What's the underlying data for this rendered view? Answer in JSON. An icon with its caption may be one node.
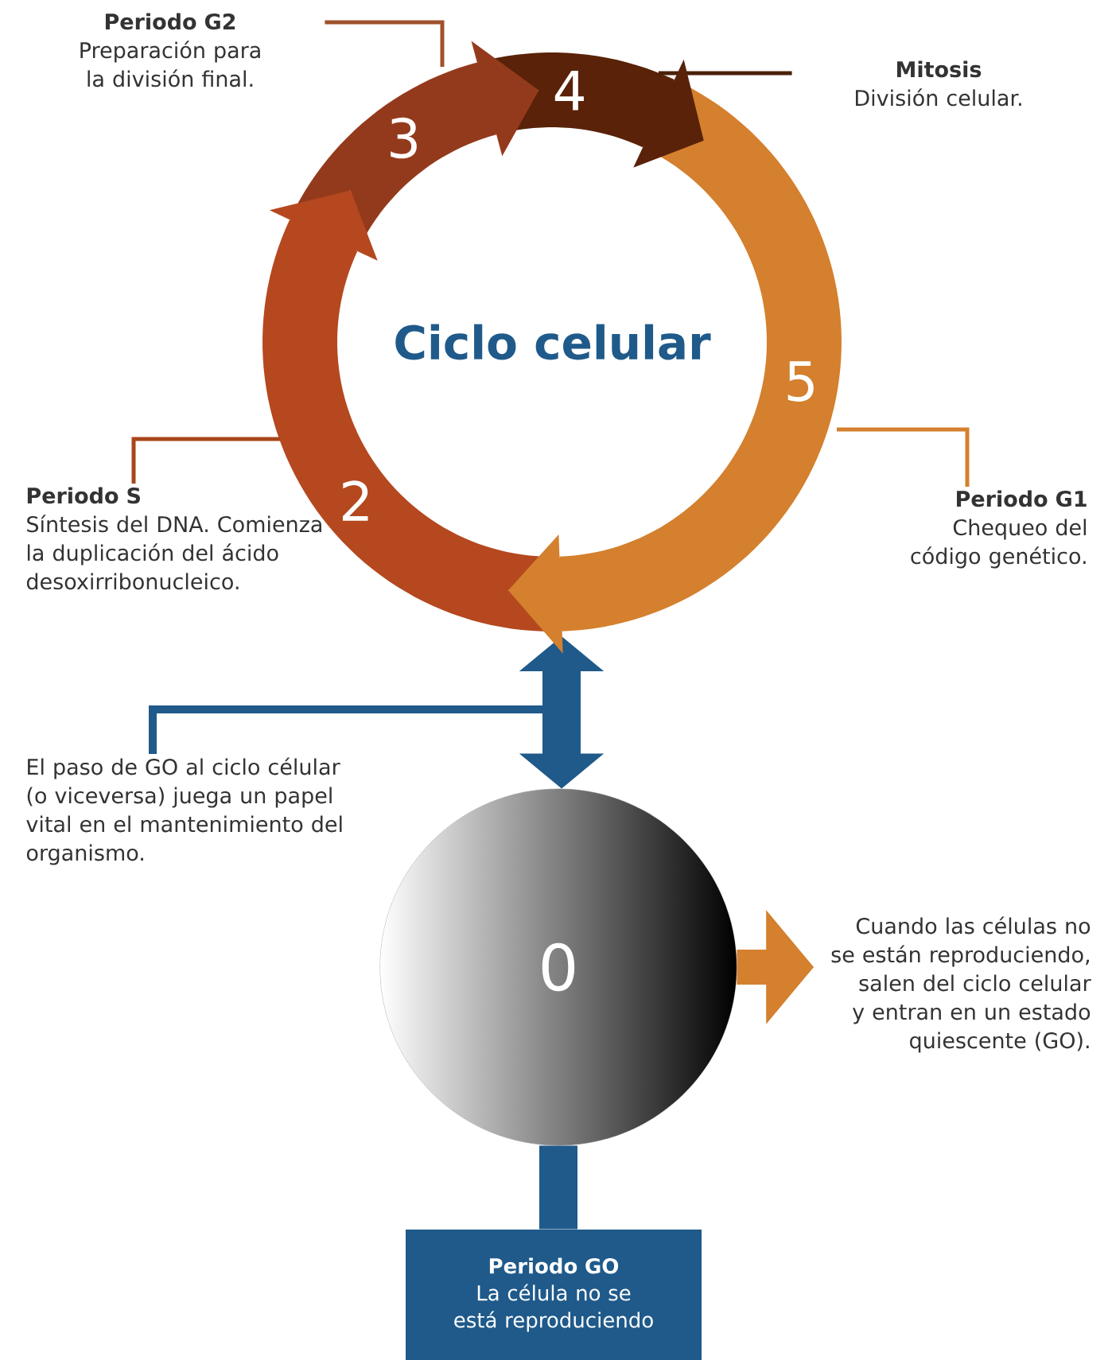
{
  "diagram": {
    "nodes": [
      {
        "text": [
          "Periodo G2",
          "Preparación para la división final."
        ]
      },
      {
        "text": [
          "Mitosis",
          "División celular."
        ]
      },
      {
        "text": [
          "Periodo S",
          "Síntesis del DNA. Comienza la duplicación del ácido desoxirribonucleico."
        ]
      },
      {
        "text": [
          "Periodo G1",
          "Chequeo del código genético."
        ]
      },
      {
        "text": [
          "2"
        ]
      },
      {
        "text": [
          "3"
        ]
      },
      {
        "text": [
          "4"
        ]
      },
      {
        "text": [
          "5"
        ]
      },
      {
        "text": [
          "El paso de GO al ciclo célular (o viceversa) juega un papel vital en el mantenimiento del organismo."
        ]
      },
      {
        "text": [
          "0"
        ]
      },
      {
        "text": [
          "Cuando las células no se están reproduciendo, salen del ciclo celular y entran en un estado quiescente (GO)."
        ]
      },
      {
        "text": [
          "Periodo GO",
          "La célula no se está reproduciendo"
        ]
      }
    ],
    "edges": [
      {
        "from": 0,
        "to": 5,
        "arrow": "none",
        "color": "#a0522d"
      },
      {
        "from": 1,
        "to": 6,
        "arrow": "none",
        "color": "#4a2008"
      },
      {
        "from": 2,
        "to": 4,
        "arrow": "none",
        "color": "#a8461c"
      },
      {
        "from": 3,
        "to": 7,
        "arrow": "none",
        "color": "#d4802e"
      },
      {
        "from": 4,
        "to": 9,
        "arrow": "both",
        "style": "thick",
        "color": "#1f5a8a"
      },
      {
        "from": 8,
        "to": null,
        "arrow": "none",
        "style": "thick",
        "color": "#1f5a8a"
      },
      {
        "from": 9,
        "to": 10,
        "arrow": "to",
        "style": "thick",
        "color": "#d4802e"
      },
      {
        "from": 9,
        "to": 11,
        "arrow": "none",
        "style": "thick",
        "color": "#1f5a8a"
      },
      {
        "from": 4,
        "to": 5,
        "arrow": "to"
      },
      {
        "from": 5,
        "to": 6,
        "arrow": "to"
      },
      {
        "from": 6,
        "to": 7,
        "arrow": "to"
      },
      {
        "from": 7,
        "to": 4,
        "arrow": "to"
      }
    ],
    "labels": [
      "Ciclo celular"
    ]
  }
}
